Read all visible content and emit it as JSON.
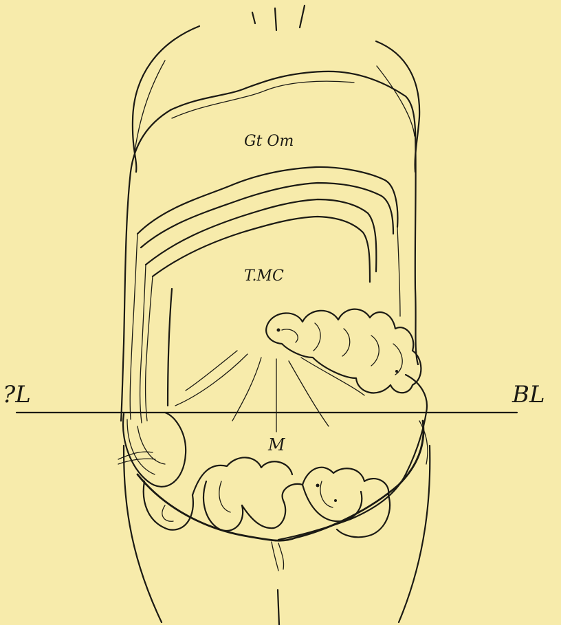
{
  "figure": {
    "labels": {
      "greater_omentum": "Gt Om",
      "transverse_mesocolon": "T.MC",
      "mesentery": "M",
      "left_line": "?L",
      "right_line": "BL"
    },
    "ink_color": "#1b1a14",
    "paper_color": "#f7ebab"
  }
}
